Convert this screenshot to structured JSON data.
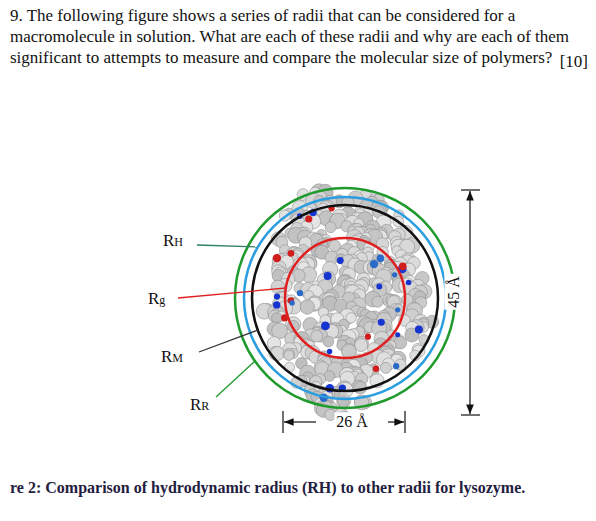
{
  "diagram": {
    "caption": "re 2: Comparison of hydrodynamic radius (RH) to other radii for lysozyme.",
    "labels": [
      "9. The following figure shows a series of radii that can be considered for a macromolecule in solution. What are each of these radii and why are each of them significant to attempts to measure and compare the molecular size of polymers?",
      "[10]",
      "RH",
      "Rg",
      "RM",
      "RR",
      "45 Å",
      "26 Å"
    ]
  }
}
